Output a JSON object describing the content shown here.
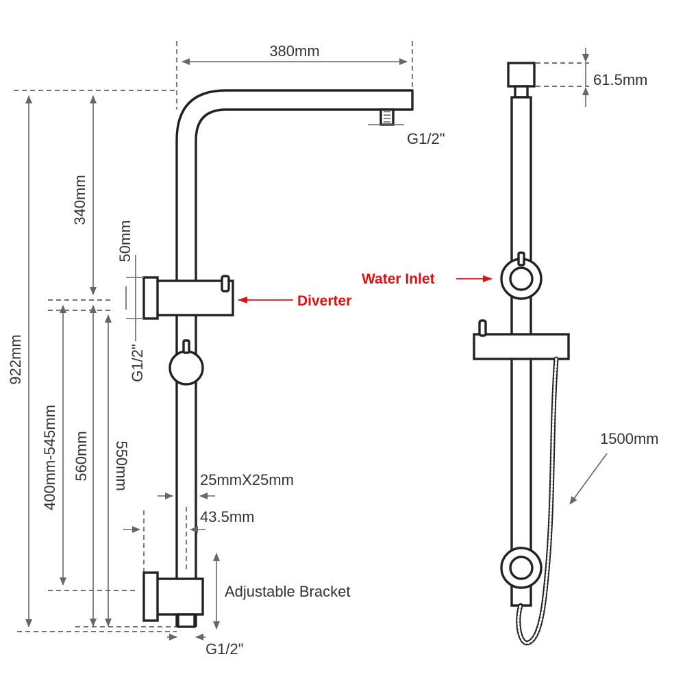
{
  "dimensions": {
    "width_top": "380mm",
    "inlet_top_height": "61.5mm",
    "thread_top": "G1/2\"",
    "arm_height": "340mm",
    "diverter_gap": "50mm",
    "diverter_thread": "G1/2\"",
    "total_height": "922mm",
    "adjust_range": "400mm-545mm",
    "rail_560": "560mm",
    "rail_550": "550mm",
    "tube_section": "25mmX25mm",
    "bracket_offset": "43.5mm",
    "bracket_label": "Adjustable Bracket",
    "thread_bottom": "G1/2\"",
    "hose_length": "1500mm"
  },
  "callouts": {
    "diverter": "Diverter",
    "water_inlet": "Water Inlet"
  },
  "colors": {
    "outline": "#222222",
    "dimension": "#666666",
    "callout": "#e01010"
  }
}
